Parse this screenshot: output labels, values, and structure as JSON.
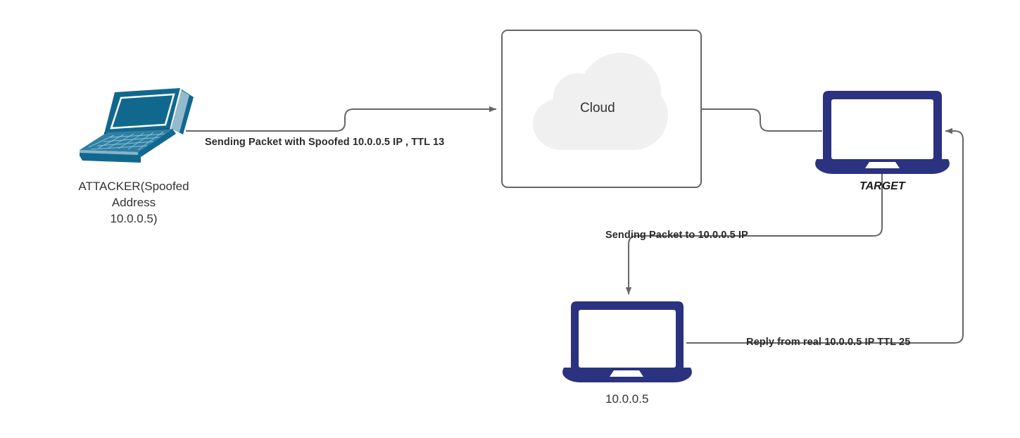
{
  "diagram": {
    "title": "IP Spoofing Attack Flow",
    "colors": {
      "attacker_device": "#11688F",
      "attacker_device_light": "#3E8DB0",
      "target_device": "#2B3280",
      "cloud_fill": "#F0F0F0",
      "box_border": "#666666",
      "connector": "#666666",
      "label_text": "#2B2B2B",
      "node_text": "#333333",
      "background": "#FFFFFF"
    },
    "nodes": [
      {
        "id": "attacker",
        "icon": "laptop-3d-icon",
        "label": "ATTACKER(Spoofed\nAddress\n10.0.0.5)"
      },
      {
        "id": "cloud",
        "icon": "cloud-icon",
        "label": "Cloud"
      },
      {
        "id": "target",
        "icon": "laptop-icon",
        "label": "TARGET"
      },
      {
        "id": "victim",
        "icon": "laptop-icon",
        "label": "10.0.0.5"
      }
    ],
    "edges": [
      {
        "id": "attacker-to-cloud",
        "from": "attacker",
        "to": "cloud",
        "label": "Sending Packet with Spoofed 10.0.0.5 IP , TTL 13",
        "arrow": "end"
      },
      {
        "id": "cloud-to-target",
        "from": "cloud",
        "to": "target",
        "label": "",
        "arrow": "none"
      },
      {
        "id": "target-to-victim",
        "from": "target",
        "to": "victim",
        "label": "Sending Packet to 10.0.0.5 IP",
        "arrow": "end"
      },
      {
        "id": "victim-to-target",
        "from": "victim",
        "to": "target",
        "label": "Reply from real 10.0.0.5 IP TTL 25",
        "arrow": "end"
      }
    ]
  }
}
